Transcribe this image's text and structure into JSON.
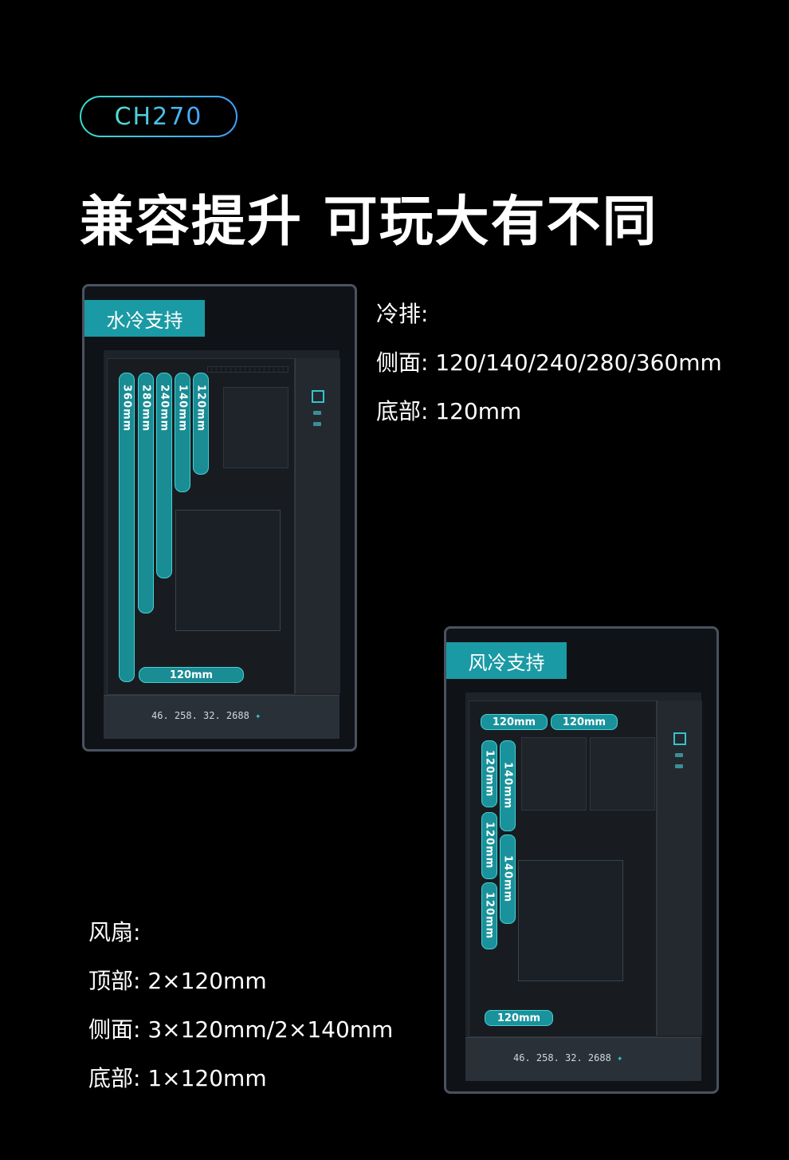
{
  "badge": {
    "label": "CH270"
  },
  "headline": "兼容提升 可玩大有不同",
  "water_panel": {
    "tag": "水冷支持",
    "radiators": [
      {
        "label": "360mm"
      },
      {
        "label": "280mm"
      },
      {
        "label": "240mm"
      },
      {
        "label": "140mm"
      },
      {
        "label": "120mm"
      }
    ],
    "bottom_radiator": "120mm",
    "display_readout": "46.  258.  32.  2688"
  },
  "water_specs": {
    "title": "冷排:",
    "side": "侧面: 120/140/240/280/360mm",
    "bottom": "底部: 120mm"
  },
  "air_panel": {
    "tag": "风冷支持",
    "top_fans": [
      "120mm",
      "120mm"
    ],
    "side_fans_120": [
      "120mm",
      "120mm",
      "120mm"
    ],
    "side_fans_140": [
      "140mm",
      "140mm"
    ],
    "bottom_fan": "120mm",
    "display_readout": "46.  258.  32.  2688"
  },
  "air_specs": {
    "title": "风扇:",
    "top": "顶部: 2×120mm",
    "side": "侧面: 3×120mm/2×140mm",
    "bottom": "底部: 1×120mm"
  },
  "colors": {
    "accent": "#1a9aa4",
    "badge_gradient_start": "#3dd9c8",
    "badge_gradient_end": "#3fa2ff"
  }
}
